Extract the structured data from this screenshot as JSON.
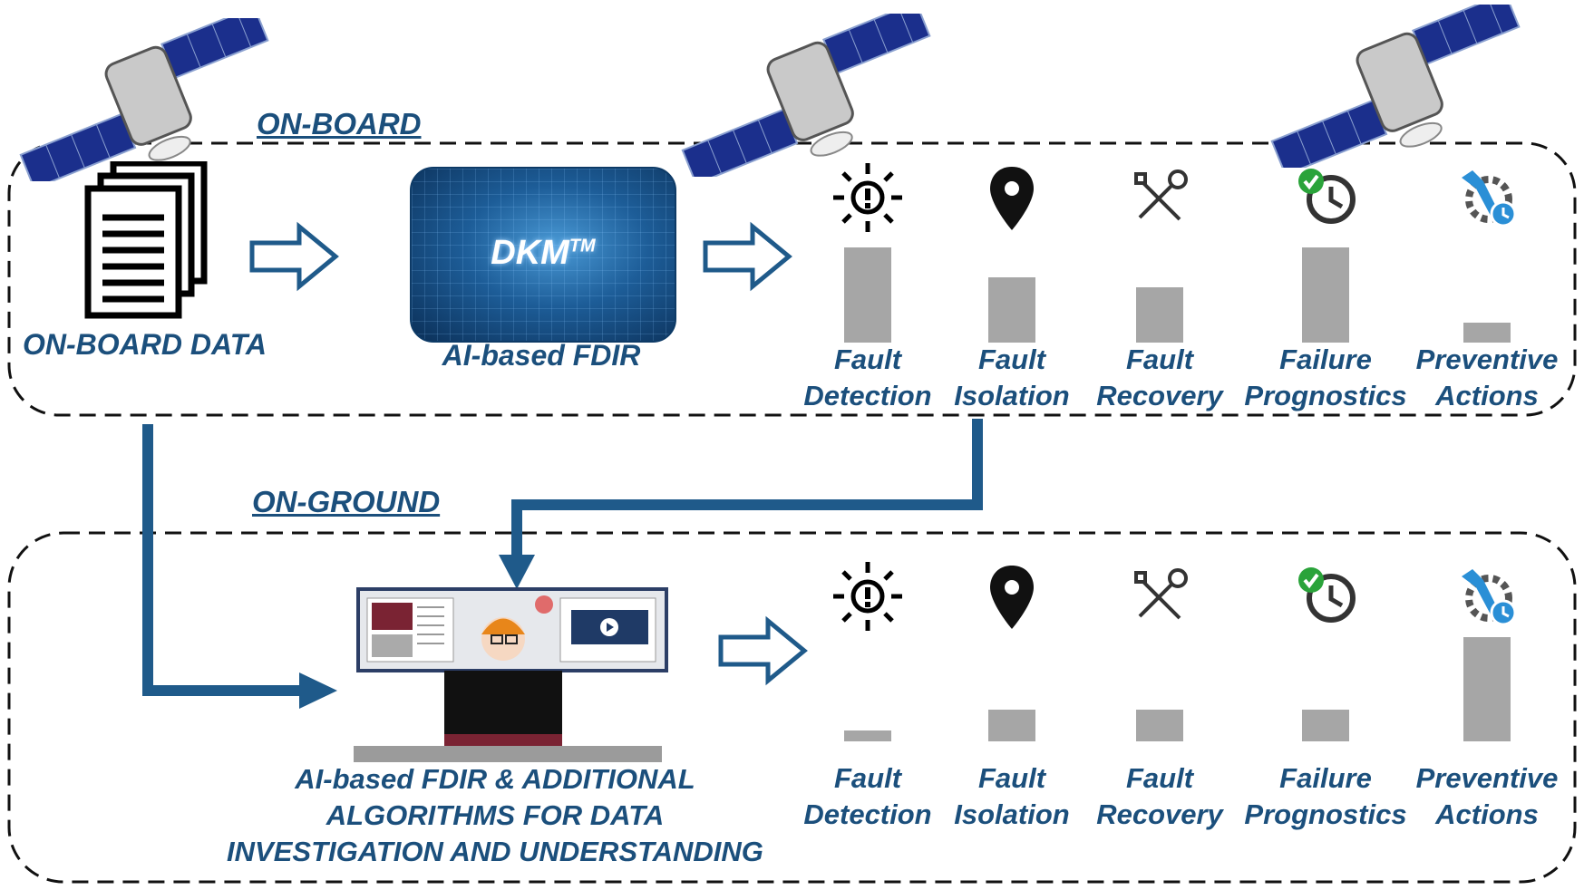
{
  "sections": {
    "onboard_title": "ON-BOARD",
    "onground_title": "ON-GROUND"
  },
  "onboard": {
    "data_label": "ON-BOARD DATA",
    "ai_label": "AI-based FDIR",
    "dkm_logo": "DKM",
    "dkm_trademark": "TM",
    "categories": [
      {
        "line1": "Fault",
        "line2": "Detection",
        "icon": "warning-light-icon",
        "level": 0.95
      },
      {
        "line1": "Fault",
        "line2": "Isolation",
        "icon": "map-pin-icon",
        "level": 0.65
      },
      {
        "line1": "Fault",
        "line2": "Recovery",
        "icon": "tools-icon",
        "level": 0.55
      },
      {
        "line1": "Failure",
        "line2": "Prognostics",
        "icon": "clock-check-icon",
        "level": 0.95
      },
      {
        "line1": "Preventive",
        "line2": "Actions",
        "icon": "gear-wrench-icon",
        "level": 0.2
      }
    ]
  },
  "onground": {
    "ai_label_lines": [
      "AI-based FDIR & ADDITIONAL",
      "ALGORITHMS FOR DATA",
      "INVESTIGATION AND UNDERSTANDING"
    ],
    "categories": [
      {
        "line1": "Fault",
        "line2": "Detection",
        "icon": "warning-light-icon",
        "level": 0.1
      },
      {
        "line1": "Fault",
        "line2": "Isolation",
        "icon": "map-pin-icon",
        "level": 0.3
      },
      {
        "line1": "Fault",
        "line2": "Recovery",
        "icon": "tools-icon",
        "level": 0.3
      },
      {
        "line1": "Failure",
        "line2": "Prognostics",
        "icon": "clock-check-icon",
        "level": 0.3
      },
      {
        "line1": "Preventive",
        "line2": "Actions",
        "icon": "gear-wrench-icon",
        "level": 1.0
      }
    ]
  },
  "colors": {
    "brand_blue": "#1b4f7c",
    "arrow_blue": "#1f5a8a",
    "bar_gray": "#a6a6a6"
  }
}
